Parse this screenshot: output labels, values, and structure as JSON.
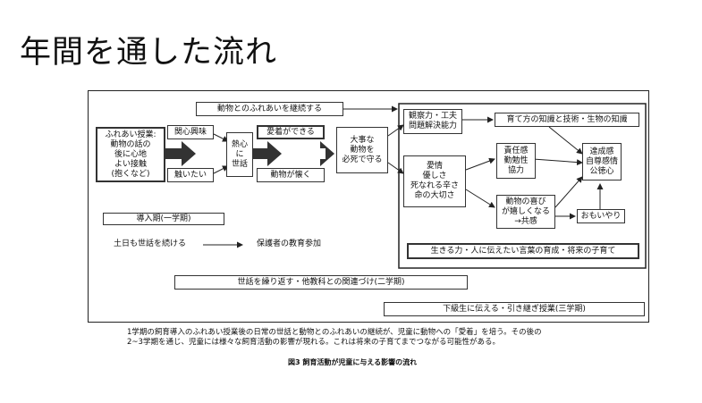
{
  "slide": {
    "title": "年間を通した流れ"
  },
  "diagram": {
    "top_banner": "動物とのふれあいを継続する",
    "fureai": "ふれあい授業:\n動物の話の\n後に心地\nよい接触\n(抱くなど)",
    "kanshin": "関心興味",
    "sawaritai": "触いたい",
    "sewa": "熱心\nに\n世話",
    "aichaku": "愛着ができる",
    "natsuku": "動物が懐く",
    "daiji": "大事な\n動物を\n必死で守る",
    "kansatsu": "観察力・工夫\n問題解決能力",
    "sodatekata": "育て方の知識と技術・生物の知識",
    "aijo": "愛情\n優しさ\n死なれる辛さ\n命の大切さ",
    "sekinin": "責任感\n勤勉性\n協力",
    "tassei": "達成感\n自尊感情\n公徳心",
    "yorokobi": "動物の喜び\nが嬉しくなる\n→共感",
    "omoiyari": "おもいやり",
    "ikiru": "生きる力・人に伝えたい言葉の育成・将来の子育て",
    "dounyuki": "導入期(一学期)",
    "donichi": "土日も世話を続ける",
    "hogosha": "保護者の教育参加",
    "nigakki": "世話を繰り返す・他教科との関連づけ(二学期)",
    "sangakki": "下級生に伝える・引き継ぎ授業(三学期)"
  },
  "caption": {
    "line1": "1学期の飼育導入のふれあい授業後の日常の世話と動物とのふれあいの継続が、児童に動物への「愛着」を培う。その後の",
    "line2": "2~3学期を通じ、児童には様々な飼育活動の影響が現れる。これは将来の子育てまでつながる可能性がある。",
    "figure_label": "図3 飼育活動が児童に与える影響の流れ"
  }
}
